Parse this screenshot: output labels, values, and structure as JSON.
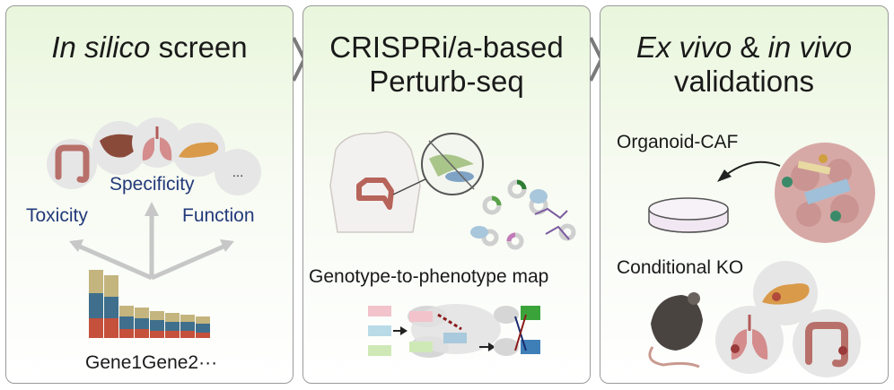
{
  "panel1": {
    "title_italic": "In silico",
    "title_rest": " screen",
    "more_organs": "...",
    "criteria": {
      "specificity": "Specificity",
      "toxicity": "Toxicity",
      "function": "Function"
    },
    "gene_labels": "Gene1Gene2···"
  },
  "panel2": {
    "title_line1": "CRISPRi/a-based",
    "title_line2": "Perturb-seq",
    "map_label": "Genotype-to-phenotype map"
  },
  "panel3": {
    "title_italic1": "Ex vivo",
    "title_mid": " & ",
    "title_italic2": "in vivo",
    "title_line2": "validations",
    "organoid_label": "Organoid-CAF",
    "ko_label": "Conditional KO"
  },
  "colors": {
    "panel_border": "#9a9a9a",
    "panel_bg_top": "#e9f6dc",
    "bar_tan": "#c4b47e",
    "bar_blue": "#3f6f8c",
    "bar_red": "#c5503b",
    "criteria_text": "#233a7a",
    "arrow_grey": "#c7c7c7"
  }
}
